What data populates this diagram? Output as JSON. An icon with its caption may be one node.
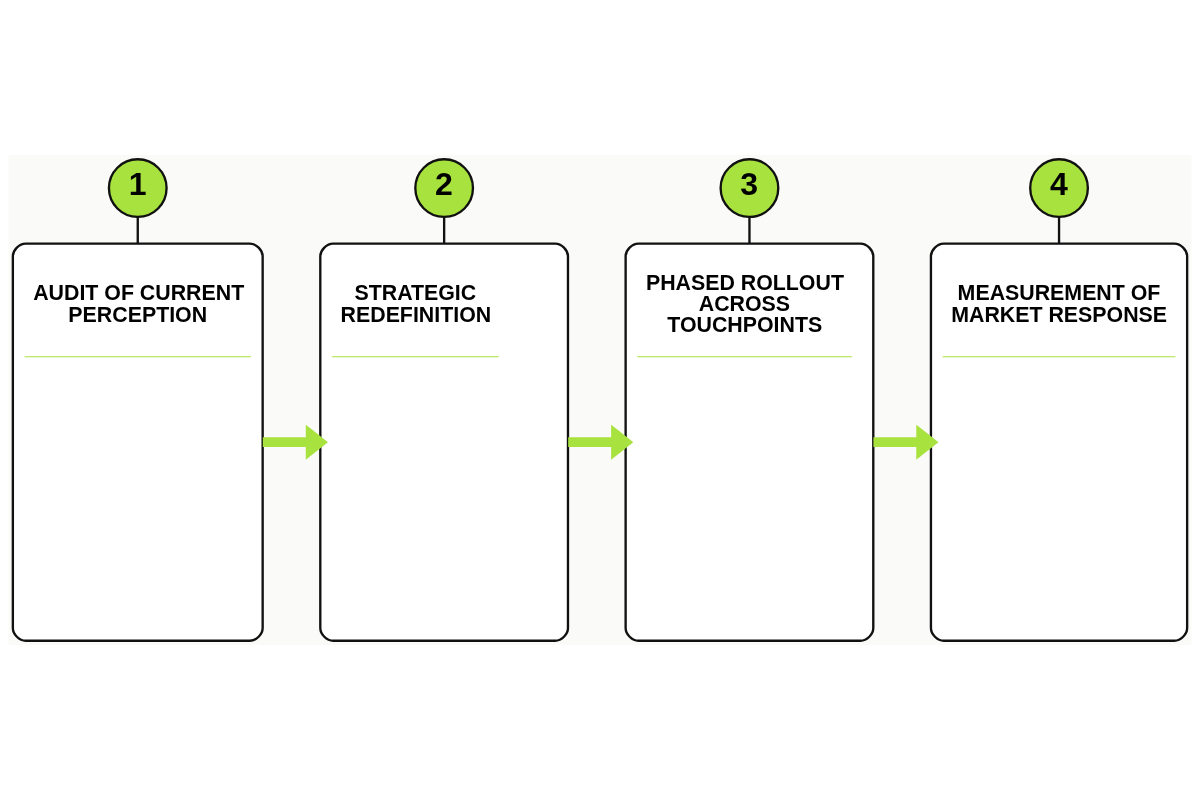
{
  "diagram": {
    "nodes": [
      {
        "text": [
          "1"
        ]
      },
      {
        "text": [
          "AUDIT OF CURRENT PERCEPTION"
        ]
      },
      {
        "text": [
          "2"
        ]
      },
      {
        "text": [
          "STRATEGIC REDEFINITION"
        ]
      },
      {
        "text": [
          "3"
        ]
      },
      {
        "text": [
          "PHASED ROLLOUT ACROSS TOUCHPOINTS"
        ]
      },
      {
        "text": [
          "4"
        ]
      },
      {
        "text": [
          "MEASUREMENT OF MARKET RESPONSE"
        ]
      }
    ],
    "edges": [
      {
        "from": 0,
        "to": 1,
        "arrow": "none"
      },
      {
        "from": 2,
        "to": 3,
        "arrow": "none"
      },
      {
        "from": 4,
        "to": 5,
        "arrow": "none"
      },
      {
        "from": 6,
        "to": 7,
        "arrow": "none"
      },
      {
        "from": 1,
        "to": 3,
        "arrow": "to",
        "style": "thick",
        "color": "#a8e23f"
      },
      {
        "from": 3,
        "to": 5,
        "arrow": "to",
        "style": "thick",
        "color": "#a8e23f"
      },
      {
        "from": 5,
        "to": 7,
        "arrow": "to",
        "style": "thick",
        "color": "#a8e23f"
      }
    ]
  }
}
